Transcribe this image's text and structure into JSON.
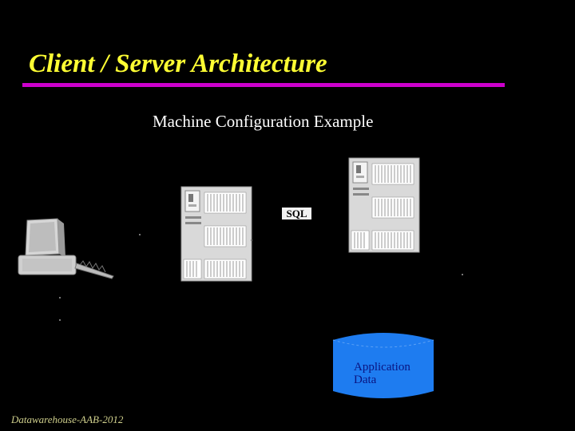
{
  "slide": {
    "title": "Client / Server Architecture",
    "subtitle": "Machine Configuration Example",
    "footer": "Datawarehouse-AAB-2012"
  },
  "diagram": {
    "nodes": [
      {
        "id": "client",
        "kind": "workstation",
        "icon": "computer-workstation-icon"
      },
      {
        "id": "server-1",
        "kind": "server",
        "icon": "server-cabinet-icon"
      },
      {
        "id": "server-2",
        "kind": "server",
        "icon": "server-cabinet-icon"
      },
      {
        "id": "database",
        "kind": "database",
        "icon": "database-cylinder-icon",
        "label": "Application\nData"
      }
    ],
    "connection_label": "SQL"
  },
  "colors": {
    "background": "#000000",
    "title": "#ffff33",
    "rule": "#cc00cc",
    "database": "#1e7cf0"
  }
}
